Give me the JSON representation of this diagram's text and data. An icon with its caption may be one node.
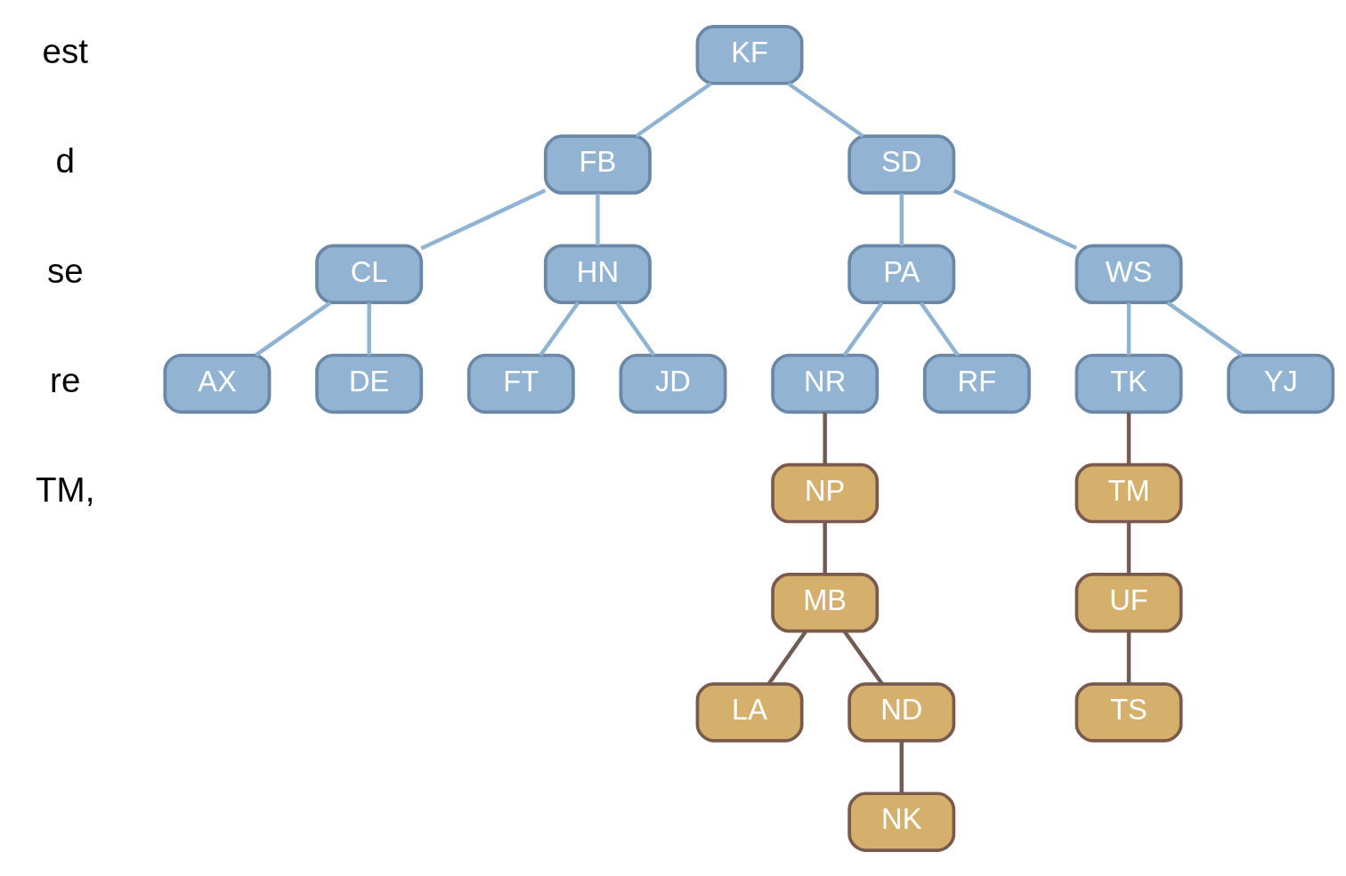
{
  "diagram": {
    "nodes": [
      {
        "text": [
          "KF"
        ]
      },
      {
        "text": [
          "FB"
        ]
      },
      {
        "text": [
          "SD"
        ]
      },
      {
        "text": [
          "CL"
        ]
      },
      {
        "text": [
          "HN"
        ]
      },
      {
        "text": [
          "PA"
        ]
      },
      {
        "text": [
          "WS"
        ]
      },
      {
        "text": [
          "AX"
        ]
      },
      {
        "text": [
          "DE"
        ]
      },
      {
        "text": [
          "FT"
        ]
      },
      {
        "text": [
          "JD"
        ]
      },
      {
        "text": [
          "NR"
        ]
      },
      {
        "text": [
          "RF"
        ]
      },
      {
        "text": [
          "TK"
        ]
      },
      {
        "text": [
          "YJ"
        ]
      },
      {
        "text": [
          "NP"
        ]
      },
      {
        "text": [
          "TM"
        ]
      },
      {
        "text": [
          "MB"
        ]
      },
      {
        "text": [
          "UF"
        ]
      },
      {
        "text": [
          "LA"
        ]
      },
      {
        "text": [
          "ND"
        ]
      },
      {
        "text": [
          "TS"
        ]
      },
      {
        "text": [
          "NK"
        ]
      }
    ],
    "edges": [
      {
        "from": 0,
        "to": 1,
        "arrow": "none"
      },
      {
        "from": 0,
        "to": 2,
        "arrow": "none"
      },
      {
        "from": 1,
        "to": 3,
        "arrow": "none"
      },
      {
        "from": 1,
        "to": 4,
        "arrow": "none"
      },
      {
        "from": 2,
        "to": 5,
        "arrow": "none"
      },
      {
        "from": 2,
        "to": 6,
        "arrow": "none"
      },
      {
        "from": 3,
        "to": 7,
        "arrow": "none"
      },
      {
        "from": 3,
        "to": 8,
        "arrow": "none"
      },
      {
        "from": 4,
        "to": 9,
        "arrow": "none"
      },
      {
        "from": 4,
        "to": 10,
        "arrow": "none"
      },
      {
        "from": 5,
        "to": 11,
        "arrow": "none"
      },
      {
        "from": 5,
        "to": 12,
        "arrow": "none"
      },
      {
        "from": 6,
        "to": 13,
        "arrow": "none"
      },
      {
        "from": 6,
        "to": 14,
        "arrow": "none"
      },
      {
        "from": 11,
        "to": 15,
        "arrow": "none",
        "color": "#725b50"
      },
      {
        "from": 13,
        "to": 16,
        "arrow": "none",
        "color": "#725b50"
      },
      {
        "from": 15,
        "to": 17,
        "arrow": "none",
        "color": "#725b50"
      },
      {
        "from": 16,
        "to": 18,
        "arrow": "none",
        "color": "#725b50"
      },
      {
        "from": 17,
        "to": 19,
        "arrow": "none",
        "color": "#725b50"
      },
      {
        "from": 17,
        "to": 20,
        "arrow": "none",
        "color": "#725b50"
      },
      {
        "from": 18,
        "to": 21,
        "arrow": "none",
        "color": "#725b50"
      },
      {
        "from": 20,
        "to": 22,
        "arrow": "none",
        "color": "#725b50"
      }
    ],
    "labels": [
      "est",
      "d",
      "se",
      "re",
      "TM,"
    ]
  }
}
